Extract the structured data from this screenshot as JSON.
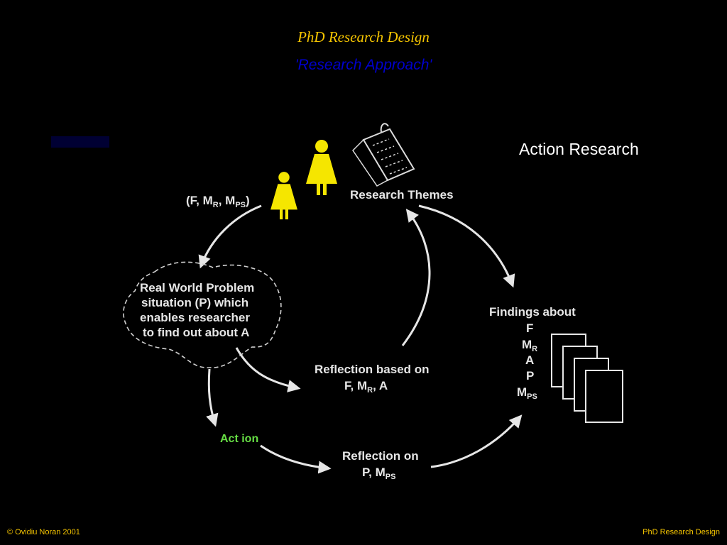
{
  "slide": {
    "title": "PhD Research Design",
    "subtitle": "'Research Approach'",
    "heading": "Action Research",
    "footer_left": "©  Ovidiu Noran 2001",
    "footer_right": "PhD Research Design"
  },
  "diagram": {
    "fmps": {
      "pre": "(F, M",
      "r": "R",
      "mid": ", M",
      "ps": "PS",
      "post": ")"
    },
    "themes": "Research Themes",
    "problem_lines": [
      "Real World Problem",
      "situation (P) which",
      "enables researcher",
      "to find out about A"
    ],
    "reflection_based": {
      "line1": "Reflection based on",
      "pre": "F, M",
      "r": "R",
      "post": ", A"
    },
    "action": "Act ion",
    "reflection_on": {
      "line1": "Reflection on",
      "pre": "P, M",
      "ps": "PS"
    },
    "findings": {
      "title": "Findings about",
      "f": "F",
      "m": "M",
      "r": "R",
      "a": "A",
      "p": "P",
      "ps": "PS"
    }
  },
  "colors": {
    "background": "#000000",
    "title": "#f4c400",
    "subtitle": "#0000cc",
    "heading": "#ffffff",
    "diagram_text": "#e6e6e6",
    "action": "#66dd44",
    "figures": "#f5e600"
  },
  "icons": [
    "woman-figure-icon",
    "woman-figure-icon",
    "notepad-icon",
    "document-stack-icon"
  ]
}
